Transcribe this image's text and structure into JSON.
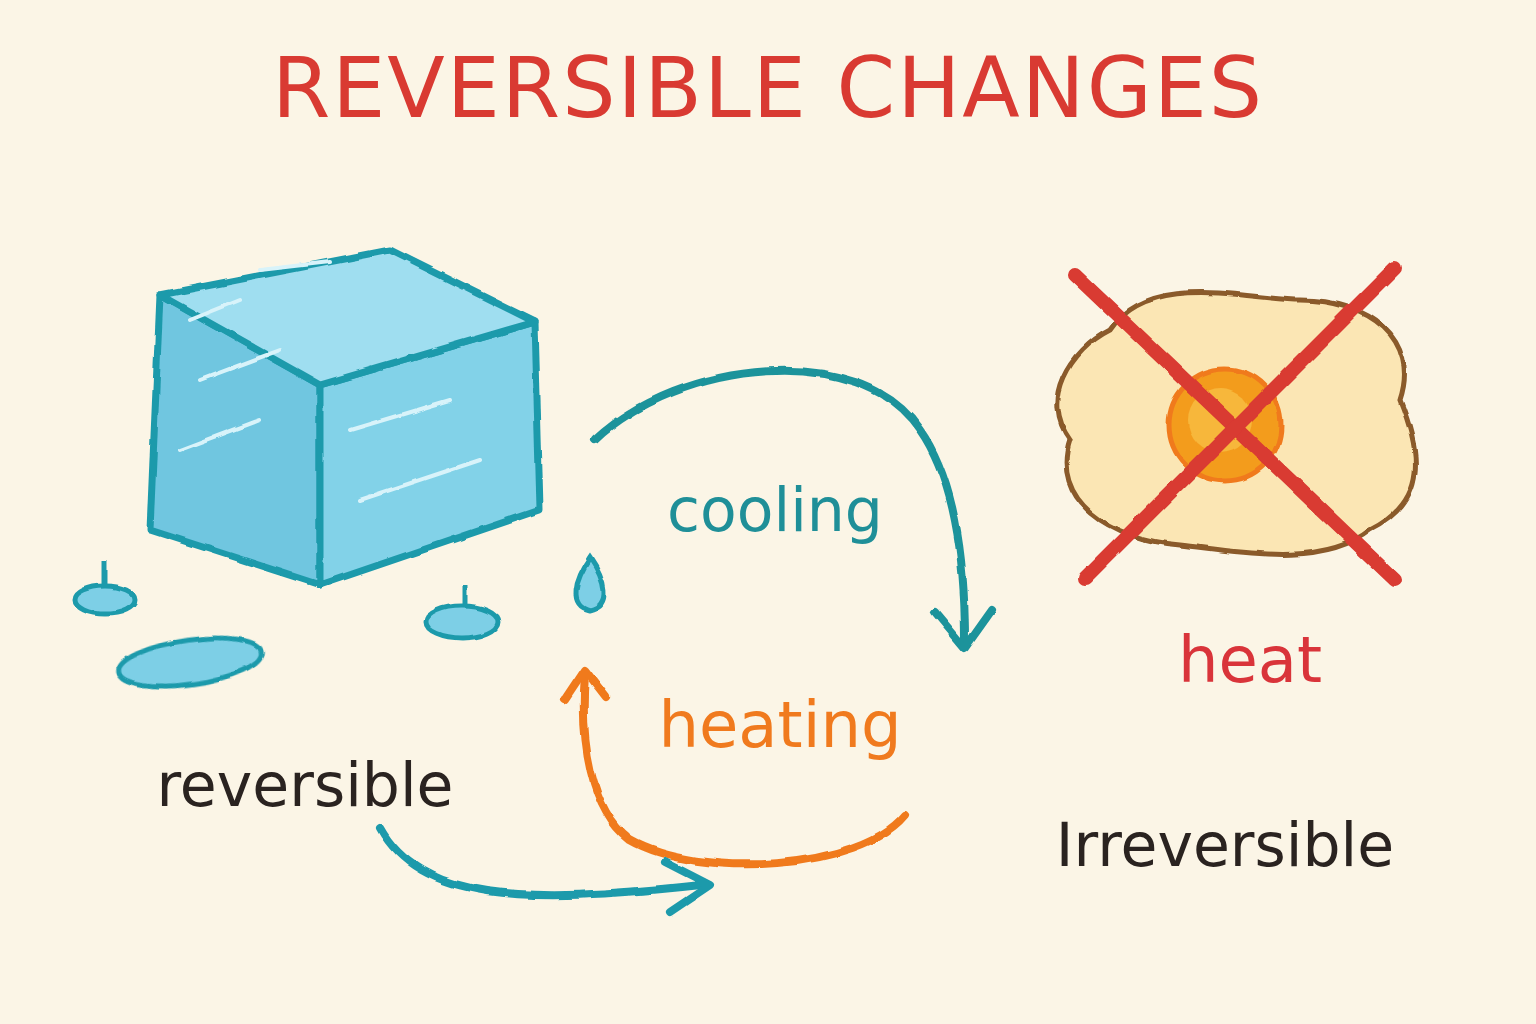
{
  "diagram": {
    "title": "REVERSIBLE CHANGES",
    "labels": [
      "cooling",
      "heat",
      "heating",
      "reversible",
      "Irreversible"
    ]
  }
}
